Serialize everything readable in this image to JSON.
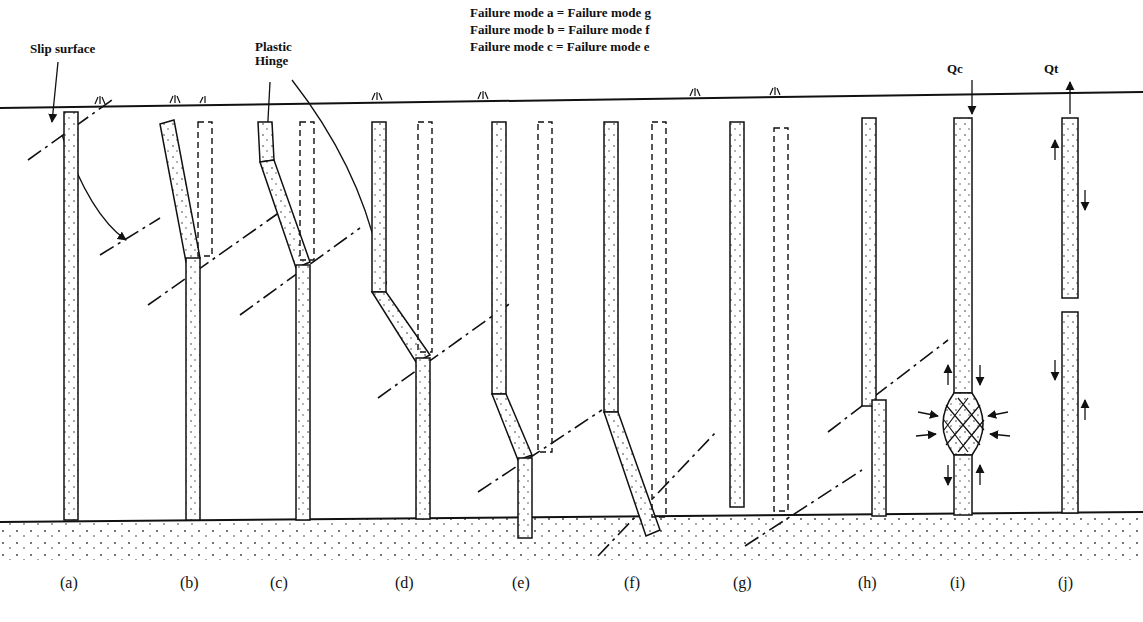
{
  "diagram": {
    "labels": [
      "Failure mode a = Failure mode g",
      "Failure mode b = Failure mode f",
      "Failure mode c = Failure mode e",
      "Slip surface",
      "Plastic Hinge",
      "Qc",
      "Qt",
      "(a)",
      "(b)",
      "(c)",
      "(d)",
      "(e)",
      "(f)",
      "(g)",
      "(h)",
      "(i)",
      "(j)"
    ]
  }
}
